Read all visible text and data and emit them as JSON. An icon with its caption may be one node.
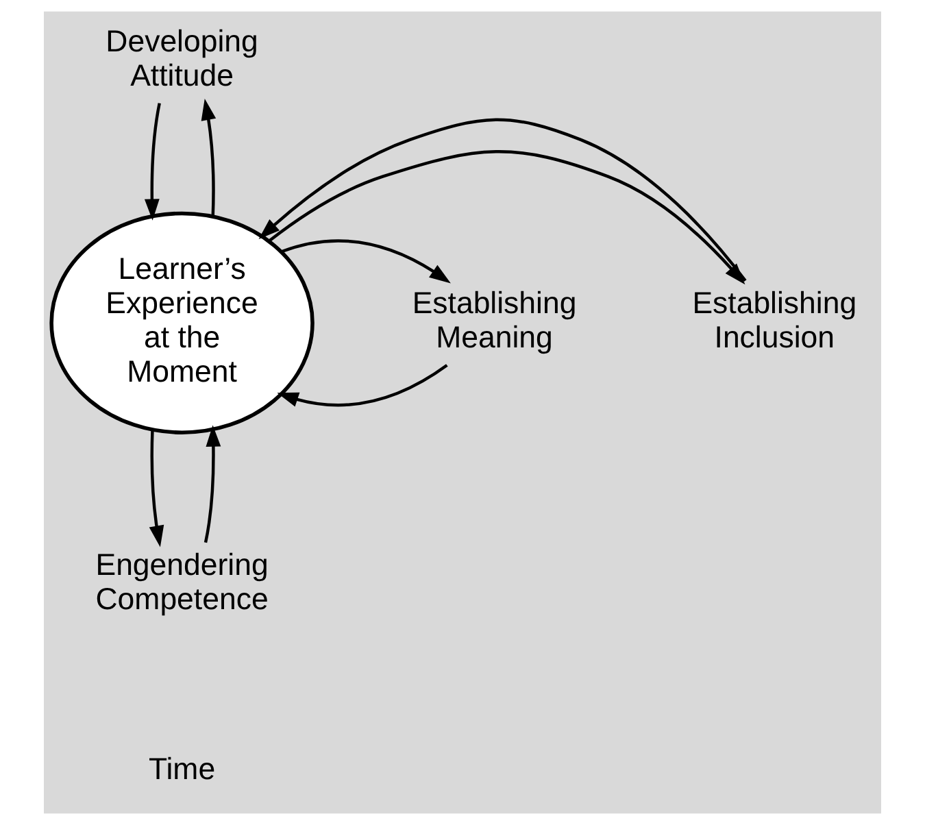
{
  "diagram": {
    "nodes": [
      {
        "text": [
          "Developing Attitude"
        ]
      },
      {
        "text": [
          "Establishing Inclusion"
        ]
      },
      {
        "text": [
          "Learner’s Experience at the Moment"
        ]
      },
      {
        "text": [
          "Establishing Meaning"
        ]
      },
      {
        "text": [
          "Engendering Competence"
        ]
      }
    ],
    "edges": [
      {
        "from": 0,
        "to": 2,
        "arrow": "to"
      },
      {
        "from": 2,
        "to": 0,
        "arrow": "to"
      },
      {
        "from": 2,
        "to": 1,
        "arrow": "to"
      },
      {
        "from": 1,
        "to": 2,
        "arrow": "to"
      },
      {
        "from": 3,
        "to": 2,
        "arrow": "to"
      },
      {
        "from": 2,
        "to": 3,
        "arrow": "to"
      },
      {
        "from": 2,
        "to": 4,
        "arrow": "to"
      },
      {
        "from": 4,
        "to": 2,
        "arrow": "to"
      }
    ],
    "labels": [
      "Time"
    ]
  }
}
